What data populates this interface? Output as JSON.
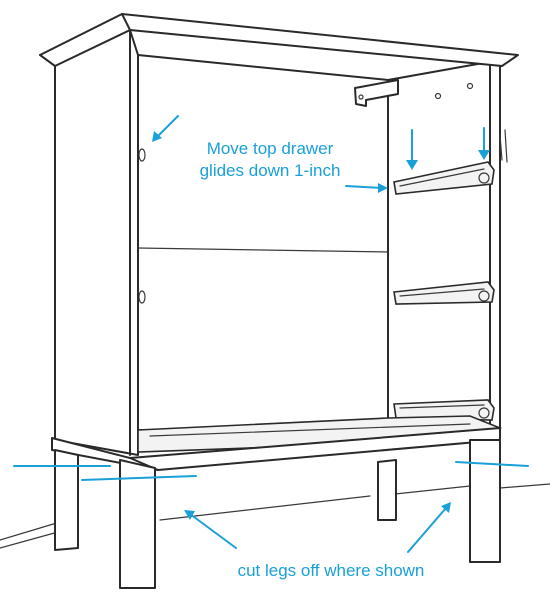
{
  "annotations": {
    "top_note_line1": "Move top drawer",
    "top_note_line2": "glides down 1-inch",
    "bottom_note": "cut legs off where shown"
  },
  "colors": {
    "annotation": "#1aa0d8",
    "line_art": "#2a2a2a",
    "background": "#ffffff"
  }
}
